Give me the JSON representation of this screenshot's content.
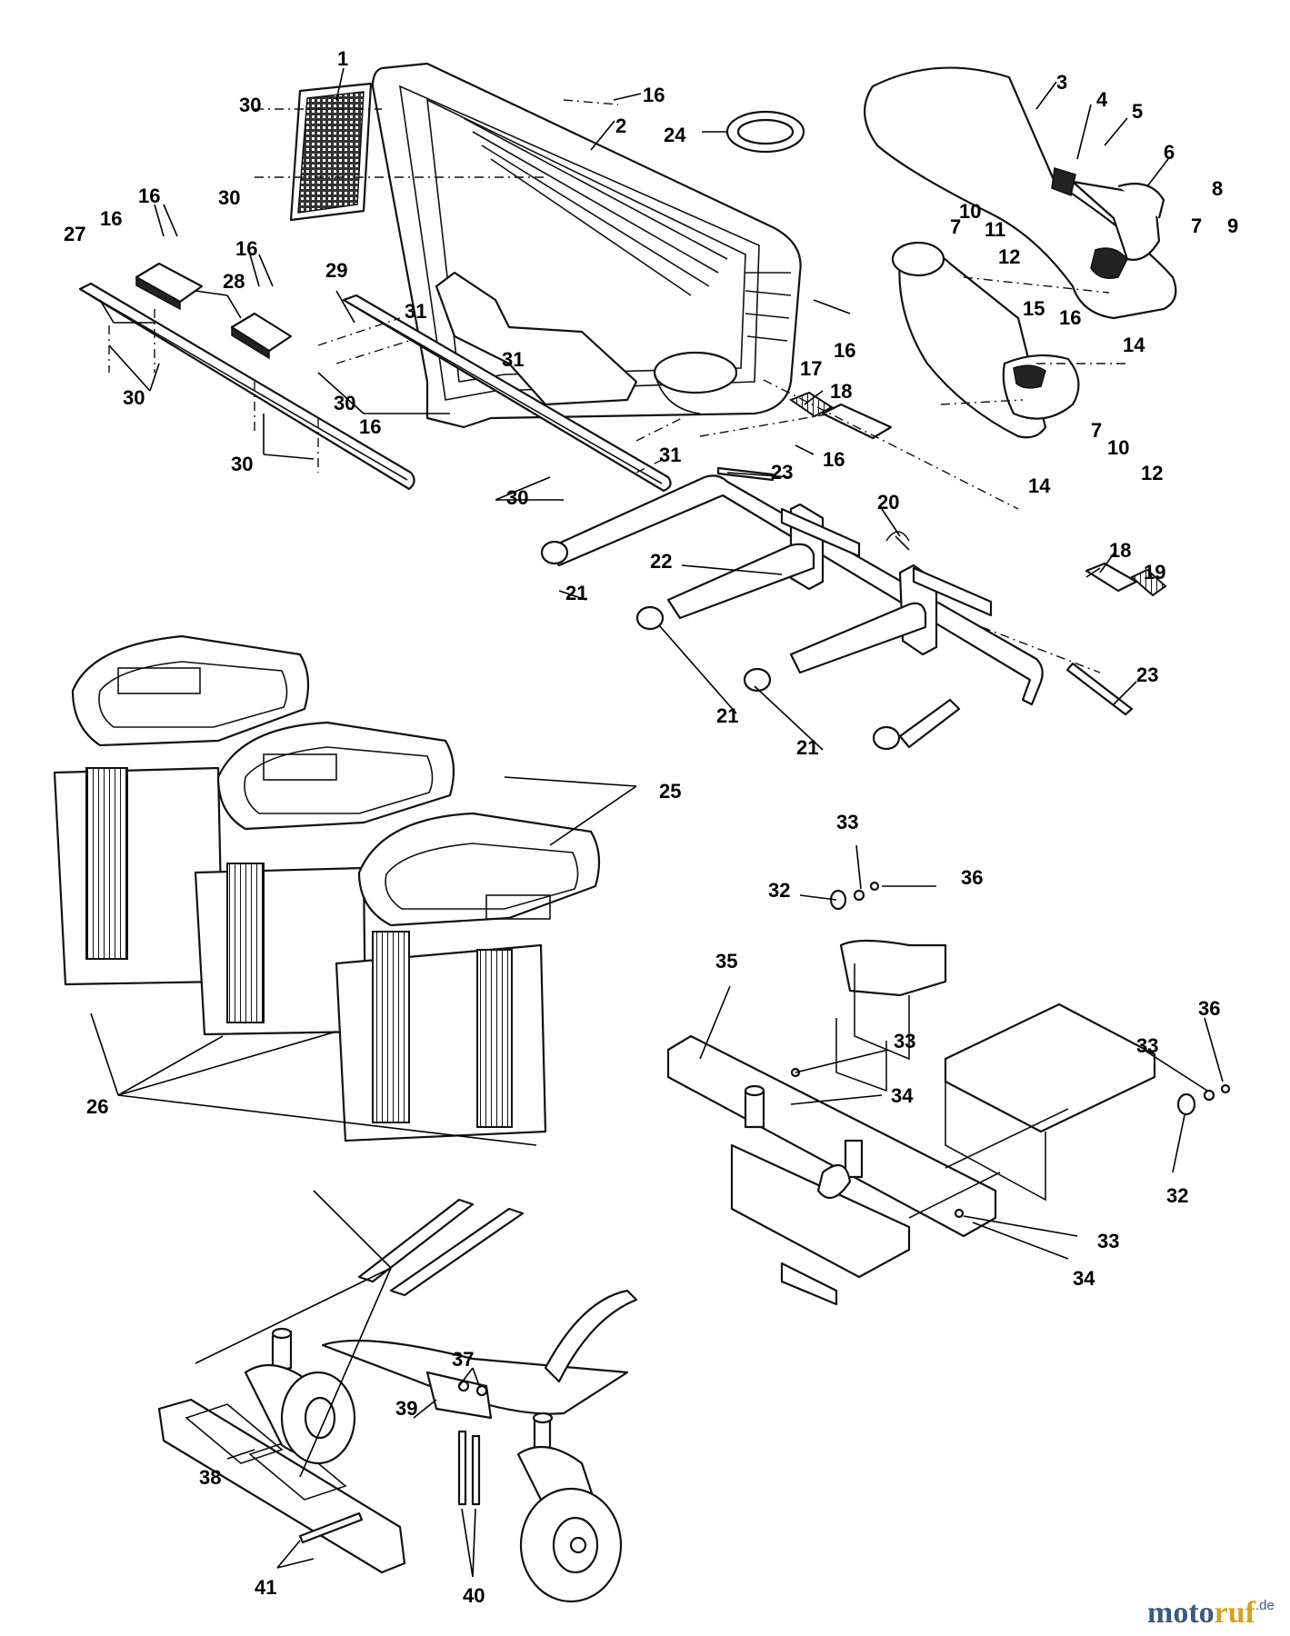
{
  "diagram": {
    "labels": [
      "1",
      "2",
      "3",
      "4",
      "5",
      "6",
      "7",
      "8",
      "9",
      "10",
      "11",
      "12",
      "14",
      "15",
      "16",
      "17",
      "18",
      "19",
      "20",
      "21",
      "22",
      "23",
      "24",
      "25",
      "26",
      "27",
      "28",
      "29",
      "30",
      "31",
      "32",
      "33",
      "34",
      "35",
      "36",
      "37",
      "38",
      "39",
      "40",
      "41"
    ]
  },
  "watermark": {
    "brand_a": "moto",
    "brand_b": "ruf",
    "tld": ".de"
  }
}
